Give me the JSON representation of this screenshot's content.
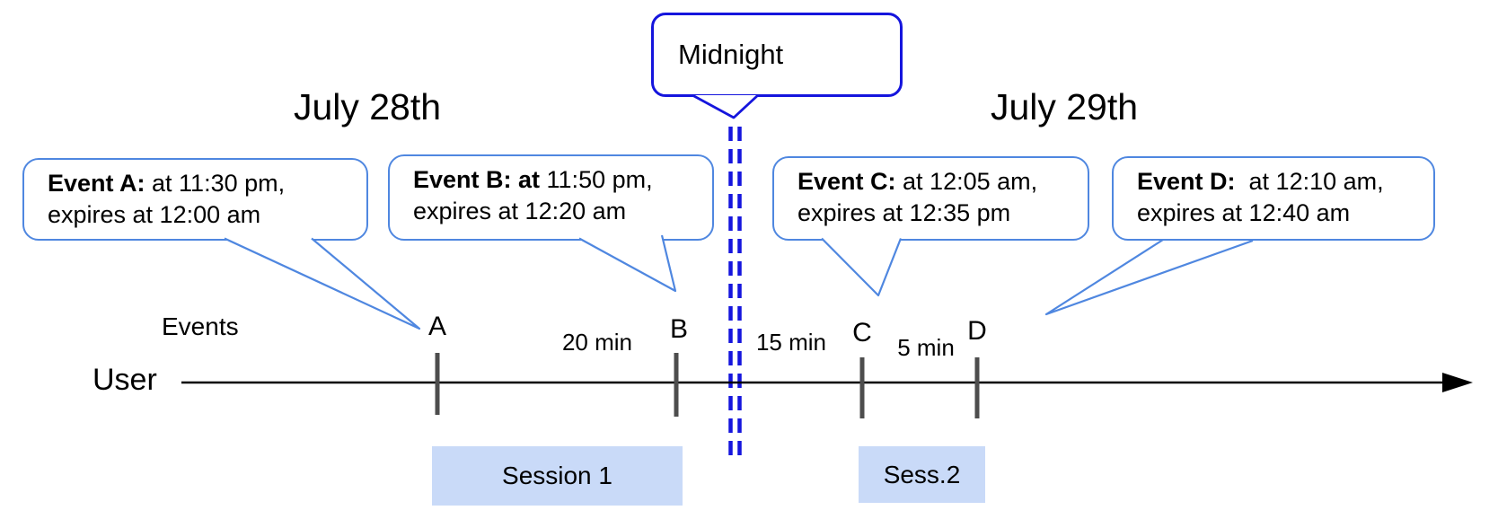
{
  "titles": {
    "left_date": "July 28th",
    "right_date": "July 29th"
  },
  "midnight": {
    "label": "Midnight"
  },
  "axis": {
    "events_label": "Events",
    "user_label": "User"
  },
  "events": [
    {
      "letter": "A",
      "callout_bold": "Event A:",
      "callout_rest": " at 11:30 pm,",
      "callout_line2": "expires at 12:00 am"
    },
    {
      "letter": "B",
      "callout_bold": "Event B: at",
      "callout_rest": " 11:50 pm,",
      "callout_line2": "expires at 12:20 am"
    },
    {
      "letter": "C",
      "callout_bold": "Event C:",
      "callout_rest": " at 12:05 am,",
      "callout_line2": "expires at 12:35 pm"
    },
    {
      "letter": "D",
      "callout_bold": "Event D:",
      "callout_rest": "  at 12:10 am,",
      "callout_line2": "expires at 12:40 am"
    }
  ],
  "intervals": [
    {
      "label": "20 min"
    },
    {
      "label": "15 min"
    },
    {
      "label": "5 min"
    }
  ],
  "sessions": [
    {
      "label": "Session 1"
    },
    {
      "label": "Sess.2"
    }
  ],
  "colors": {
    "callout_border": "#4f87e0",
    "midnight_blue": "#1515dd",
    "session_fill": "#c9daf8",
    "tick_gray": "#4d4d4d"
  }
}
